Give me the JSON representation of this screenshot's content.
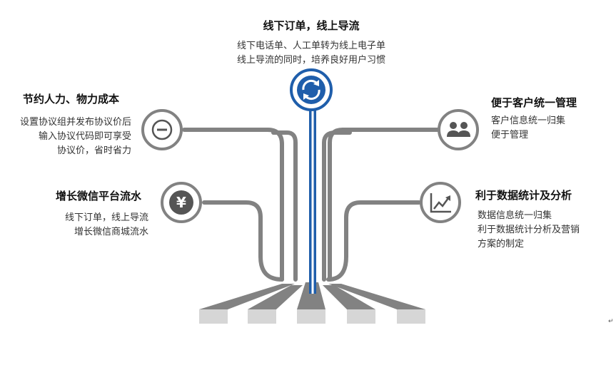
{
  "top": {
    "title": "线下订单，线上导流",
    "lines": [
      "线下电话单、人工单转为线上电子单",
      "线上导流的同时，培养良好用户习惯"
    ],
    "icon": "refresh-icon"
  },
  "left_upper": {
    "title": "节约人力、物力成本",
    "lines": [
      "设置协议组并发布协议价后",
      "输入协议代码即可享受",
      "协议价，省时省力"
    ],
    "icon": "minus-circle-icon"
  },
  "left_lower": {
    "title": "增长微信平台流水",
    "lines": [
      "线下订单，线上导流",
      "增长微信商城流水"
    ],
    "icon": "yen-icon"
  },
  "right_upper": {
    "title": "便于客户统一管理",
    "lines": [
      "客户信息统一归集",
      "便于管理"
    ],
    "icon": "users-icon"
  },
  "right_lower": {
    "title": "利于数据统计及分析",
    "lines": [
      "数据信息统一归集",
      "利于数据统计分析及营销",
      "方案的制定"
    ],
    "icon": "chart-trend-icon"
  },
  "colors": {
    "blue": "#1f5eab",
    "gray": "#828282",
    "light_gray": "#d6d6d6"
  },
  "edge_mark": "↵"
}
